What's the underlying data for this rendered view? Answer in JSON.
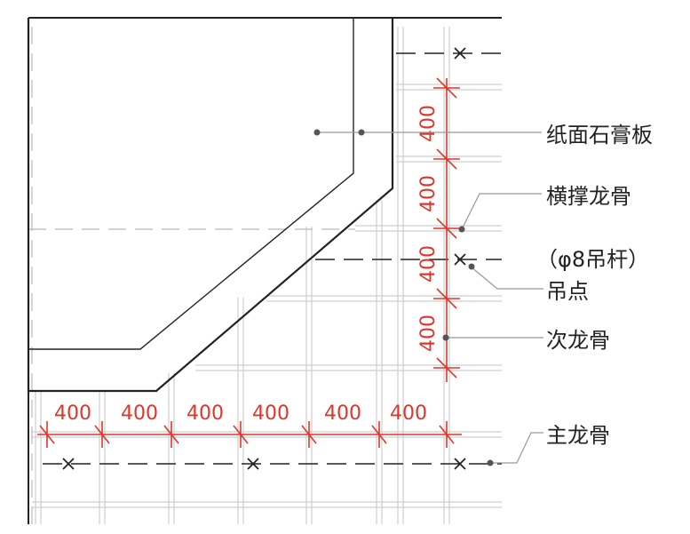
{
  "dimensions": {
    "vertical": [
      "400",
      "400",
      "400",
      "400"
    ],
    "horizontal": [
      "400",
      "400",
      "400",
      "400",
      "400",
      "400"
    ]
  },
  "callouts": {
    "gypsum_board": "纸面石膏板",
    "cross_brace_keel": "横撑龙骨",
    "hanger_rod": "（φ8吊杆）",
    "hanging_point": "吊点",
    "secondary_keel": "次龙骨",
    "main_keel": "主龙骨"
  },
  "colors": {
    "dimension": "#e0352b",
    "linework": "#222222",
    "grid": "#cfcfcf"
  }
}
